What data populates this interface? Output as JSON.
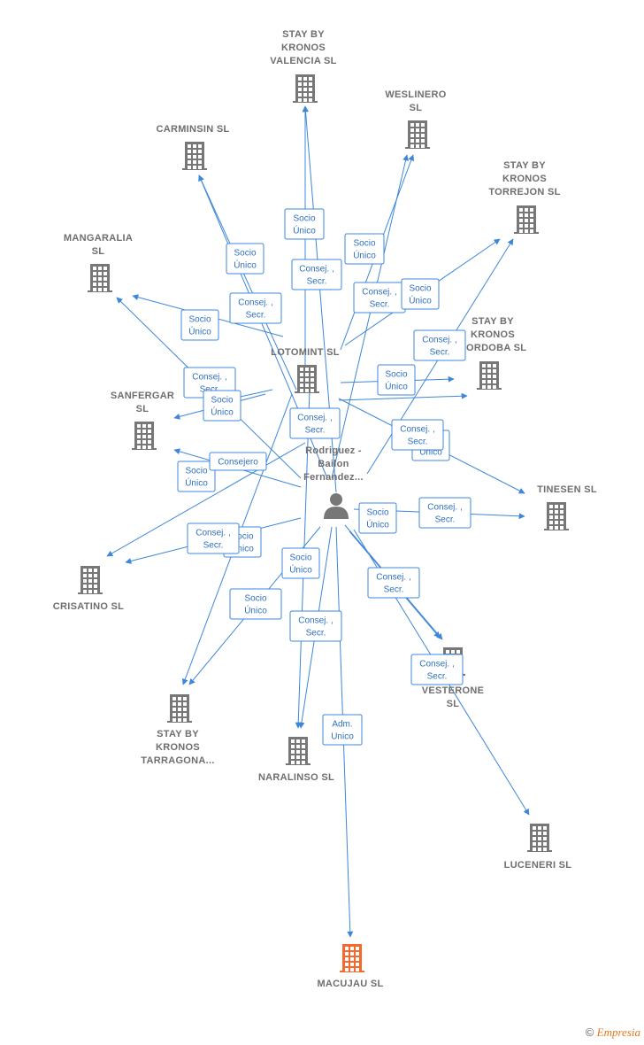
{
  "colors": {
    "edge": "#3d87d8",
    "company": "#777777",
    "highlight": "#f26a2e",
    "person": "#777777"
  },
  "person": {
    "label": [
      "Rodriguez -",
      "Bailon",
      "Fernandez..."
    ],
    "icon": "person-icon"
  },
  "companies": [
    {
      "id": "stay_valencia",
      "label": [
        "STAY BY",
        "KRONOS",
        "VALENCIA  SL"
      ],
      "icon": "building-icon"
    },
    {
      "id": "weslinero",
      "label": [
        "WESLINERO",
        "SL"
      ],
      "icon": "building-icon"
    },
    {
      "id": "carminsin",
      "label": [
        "CARMINSIN  SL"
      ],
      "icon": "building-icon"
    },
    {
      "id": "stay_torrejon",
      "label": [
        "STAY BY",
        "KRONOS",
        "TORREJON  SL"
      ],
      "icon": "building-icon"
    },
    {
      "id": "mangaralia",
      "label": [
        "MANGARALIA",
        "SL"
      ],
      "icon": "building-icon"
    },
    {
      "id": "lotomint",
      "label": [
        "LOTOMINT  SL"
      ],
      "icon": "building-icon"
    },
    {
      "id": "stay_cordoba",
      "label": [
        "STAY BY",
        "KRONOS",
        "CORDOBA  SL"
      ],
      "icon": "building-icon"
    },
    {
      "id": "sanfergar",
      "label": [
        "SANFERGAR",
        "SL"
      ],
      "icon": "building-icon"
    },
    {
      "id": "tinesen",
      "label": [
        "TINESEN  SL"
      ],
      "icon": "building-icon"
    },
    {
      "id": "crisatino",
      "label": [
        "CRISATINO  SL"
      ],
      "icon": "building-icon"
    },
    {
      "id": "vesterone",
      "label": [
        "VESTERONE",
        "SL"
      ],
      "icon": "building-icon"
    },
    {
      "id": "stay_tarragona",
      "label": [
        "STAY BY",
        "KRONOS",
        "TARRAGONA..."
      ],
      "icon": "building-icon"
    },
    {
      "id": "naralinso",
      "label": [
        "NARALINSO  SL"
      ],
      "icon": "building-icon"
    },
    {
      "id": "luceneri",
      "label": [
        "LUCENERI  SL"
      ],
      "icon": "building-icon"
    },
    {
      "id": "macujau",
      "label": [
        "MACUJAU  SL"
      ],
      "icon": "building-icon",
      "highlight": true
    }
  ],
  "edge_labels": [
    [
      "Socio",
      "Único"
    ],
    [
      "Socio",
      "Único"
    ],
    [
      "Consej. ,",
      "Secr."
    ],
    [
      "Socio",
      "Único"
    ],
    [
      "Consej. ,",
      "Secr."
    ],
    [
      "Consej. ,",
      "Secr."
    ],
    [
      "Socio",
      "Único"
    ],
    [
      "Socio",
      "Único"
    ],
    [
      "Consej. ,",
      "Secr."
    ],
    [
      "Socio",
      "Único"
    ],
    [
      "Consej. ,",
      "Secr."
    ],
    [
      "Socio",
      "Único"
    ],
    [
      "Socio",
      "Único"
    ],
    [
      "Consej. ,",
      "Secr."
    ],
    [
      "Consej. ,",
      "Secr."
    ],
    [
      "Socio",
      "Único"
    ],
    [
      "Consejero"
    ],
    [
      "Socio",
      "Único"
    ],
    [
      "Consej. ,",
      "Secr."
    ],
    [
      "Socio",
      "Único"
    ],
    [
      "Consej. ,",
      "Secr."
    ],
    [
      "Socio",
      "Único"
    ],
    [
      "Consej. ,",
      "Secr."
    ],
    [
      "Socio",
      "Único"
    ],
    [
      "Consej. ,",
      "Secr."
    ],
    [
      "Consej. ,",
      "Secr."
    ],
    [
      "Consej. ,",
      "Secr."
    ],
    [
      "Consej. ,",
      "Secr."
    ],
    [
      "Adm.",
      "Unico"
    ]
  ],
  "footer": {
    "copyright": "©",
    "brand": "Empresia"
  }
}
